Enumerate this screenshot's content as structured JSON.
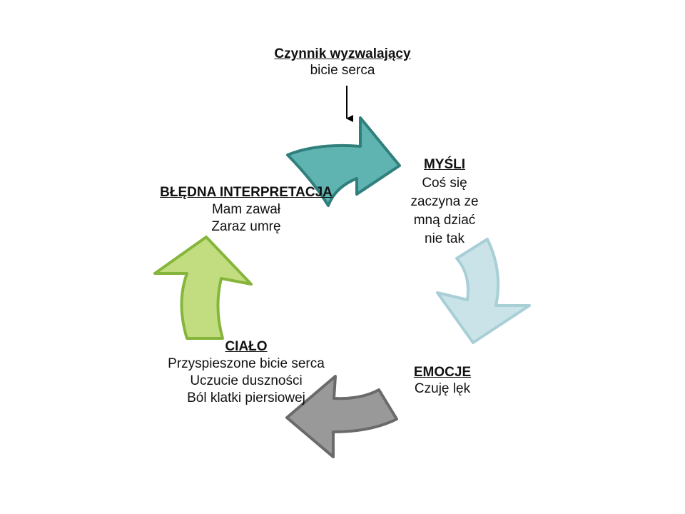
{
  "diagram": {
    "trigger": {
      "heading": "Czynnik wyzwalający",
      "lines": [
        "bicie serca"
      ]
    },
    "thoughts": {
      "heading": "MYŚLI",
      "lines": [
        "Coś się",
        "zaczyna ze",
        "mną dziać",
        "nie tak"
      ]
    },
    "emotions": {
      "heading": "EMOCJE",
      "lines": [
        "Czuję lęk"
      ]
    },
    "body": {
      "heading": "CIAŁO",
      "lines": [
        "Przyspieszone bicie serca",
        "Uczucie duszności",
        "Ból klatki piersiowej"
      ]
    },
    "misinterpretation": {
      "heading": "BŁĘDNA INTERPRETACJA",
      "lines": [
        "Mam zawał",
        "Zaraz umrę"
      ]
    }
  },
  "colors": {
    "arrow_thoughts_fill": "#5fb3b0",
    "arrow_thoughts_stroke": "#2f7f7c",
    "arrow_emotions_fill": "#c9e3e8",
    "arrow_emotions_stroke": "#a8cfd6",
    "arrow_body_fill": "#999999",
    "arrow_body_stroke": "#6a6a6a",
    "arrow_interp_fill": "#c2dd80",
    "arrow_interp_stroke": "#86b53b",
    "pointer": "#000000",
    "text": "#111111"
  },
  "icons": {
    "arrow_thoughts": "curved-arrow-right-icon",
    "arrow_emotions": "curved-arrow-down-icon",
    "arrow_body": "curved-arrow-left-icon",
    "arrow_interp": "curved-arrow-up-icon",
    "trigger_pointer": "down-arrow-icon"
  }
}
